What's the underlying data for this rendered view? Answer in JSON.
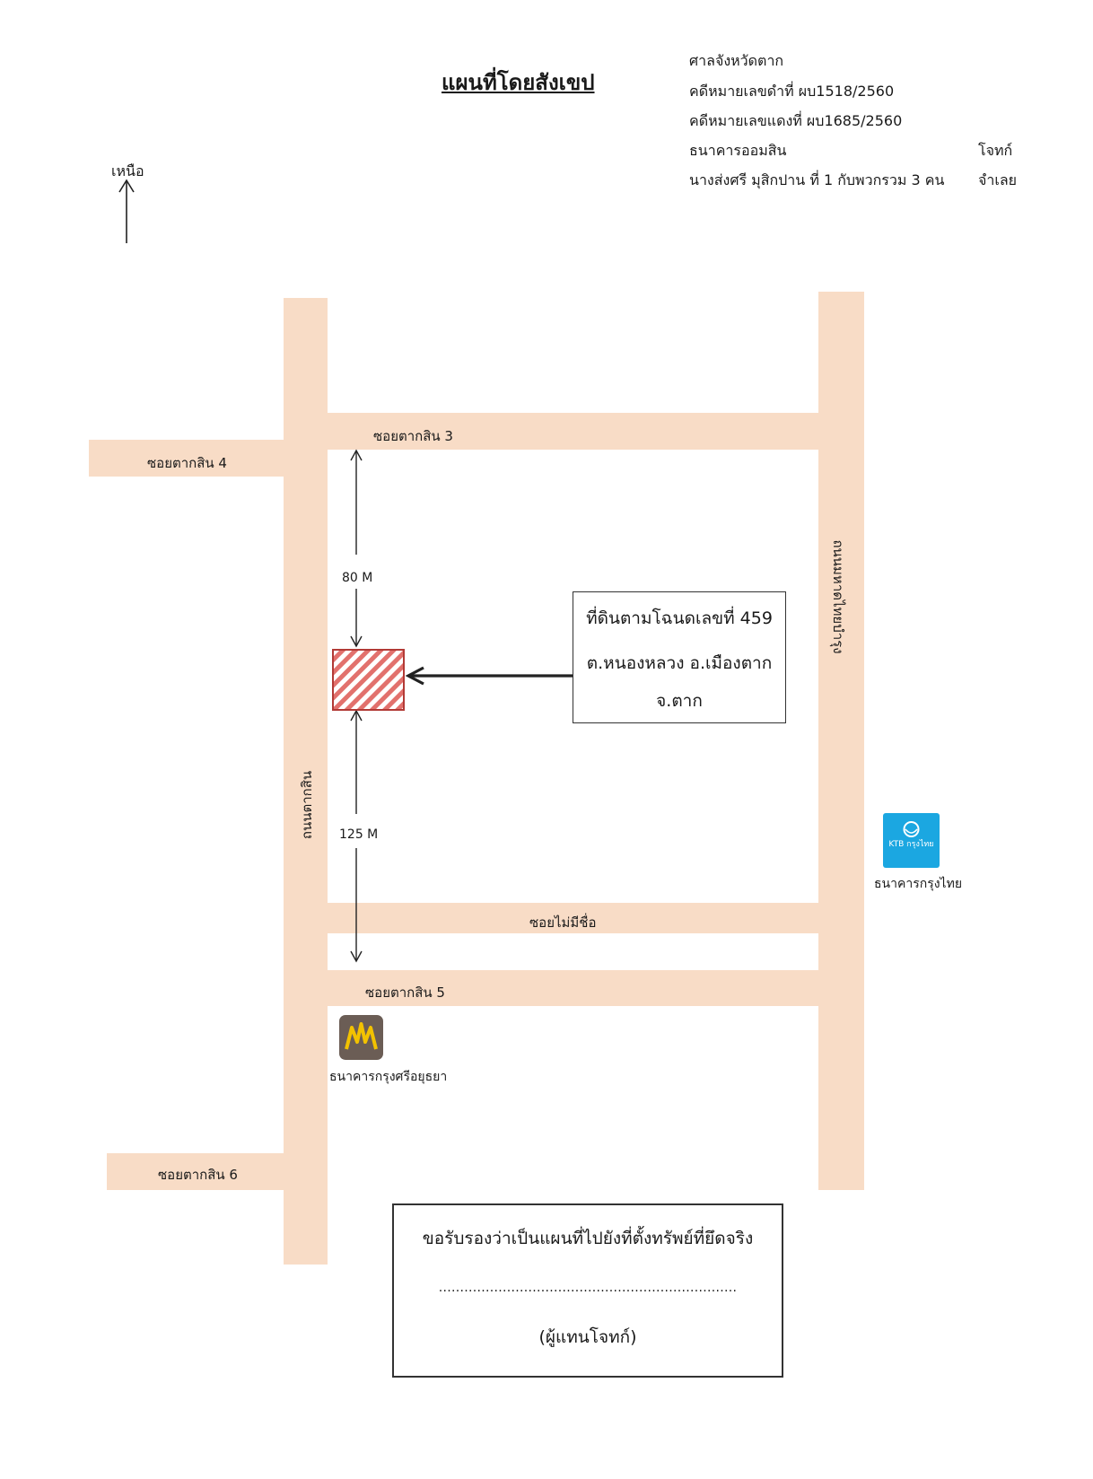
{
  "title": "แผนที่โดยสังเขป",
  "case": {
    "court": "ศาลจังหวัดตาก",
    "black_case": "คดีหมายเลขดำที่  ผบ1518/2560",
    "red_case": "คดีหมายเลขแดงที่ ผบ1685/2560",
    "plaintiff": "ธนาคารออมสิน",
    "plaintiff_role": "โจทก์",
    "defendant": "นางส่งศรี  มุสิกปาน ที่ 1 กับพวกรวม 3 คน",
    "defendant_role": "จำเลย"
  },
  "north_label": "เหนือ",
  "roads": {
    "soi3": "ซอยตากสิน 3",
    "soi4": "ซอยตากสิน 4",
    "soi5": "ซอยตากสิน 5",
    "soi6": "ซอยตากสิน 6",
    "unnamed": "ซอยไม่มีชื่อ",
    "taksin": "ถนนตากสิน",
    "east": "ถนนมหาดไทยบำรุง"
  },
  "distances": {
    "north": "80 M",
    "south": "125 M"
  },
  "land": {
    "line1": "ที่ดินตามโฉนดเลขที่ 459",
    "line2": "ต.หนองหลวง  อ.เมืองตาก",
    "line3": "จ.ตาก"
  },
  "landmarks": {
    "ktb_logo_text": "KTB กรุงไทย",
    "ktb_label": "ธนาคารกรุงไทย",
    "bay_label": "ธนาคารกรุงศรีอยุธยา"
  },
  "certify": {
    "text": "ขอรับรองว่าเป็นแผนที่ไปยังที่ตั้งทรัพย์ที่ยึดจริง",
    "dots": "......................................................................",
    "role": "(ผู้แทนโจทก์)"
  },
  "colors": {
    "road": "#f8dcc6",
    "plot_hatch": "#d9534f",
    "ktb": "#1ba7e1",
    "bay": "#6b5d55"
  }
}
